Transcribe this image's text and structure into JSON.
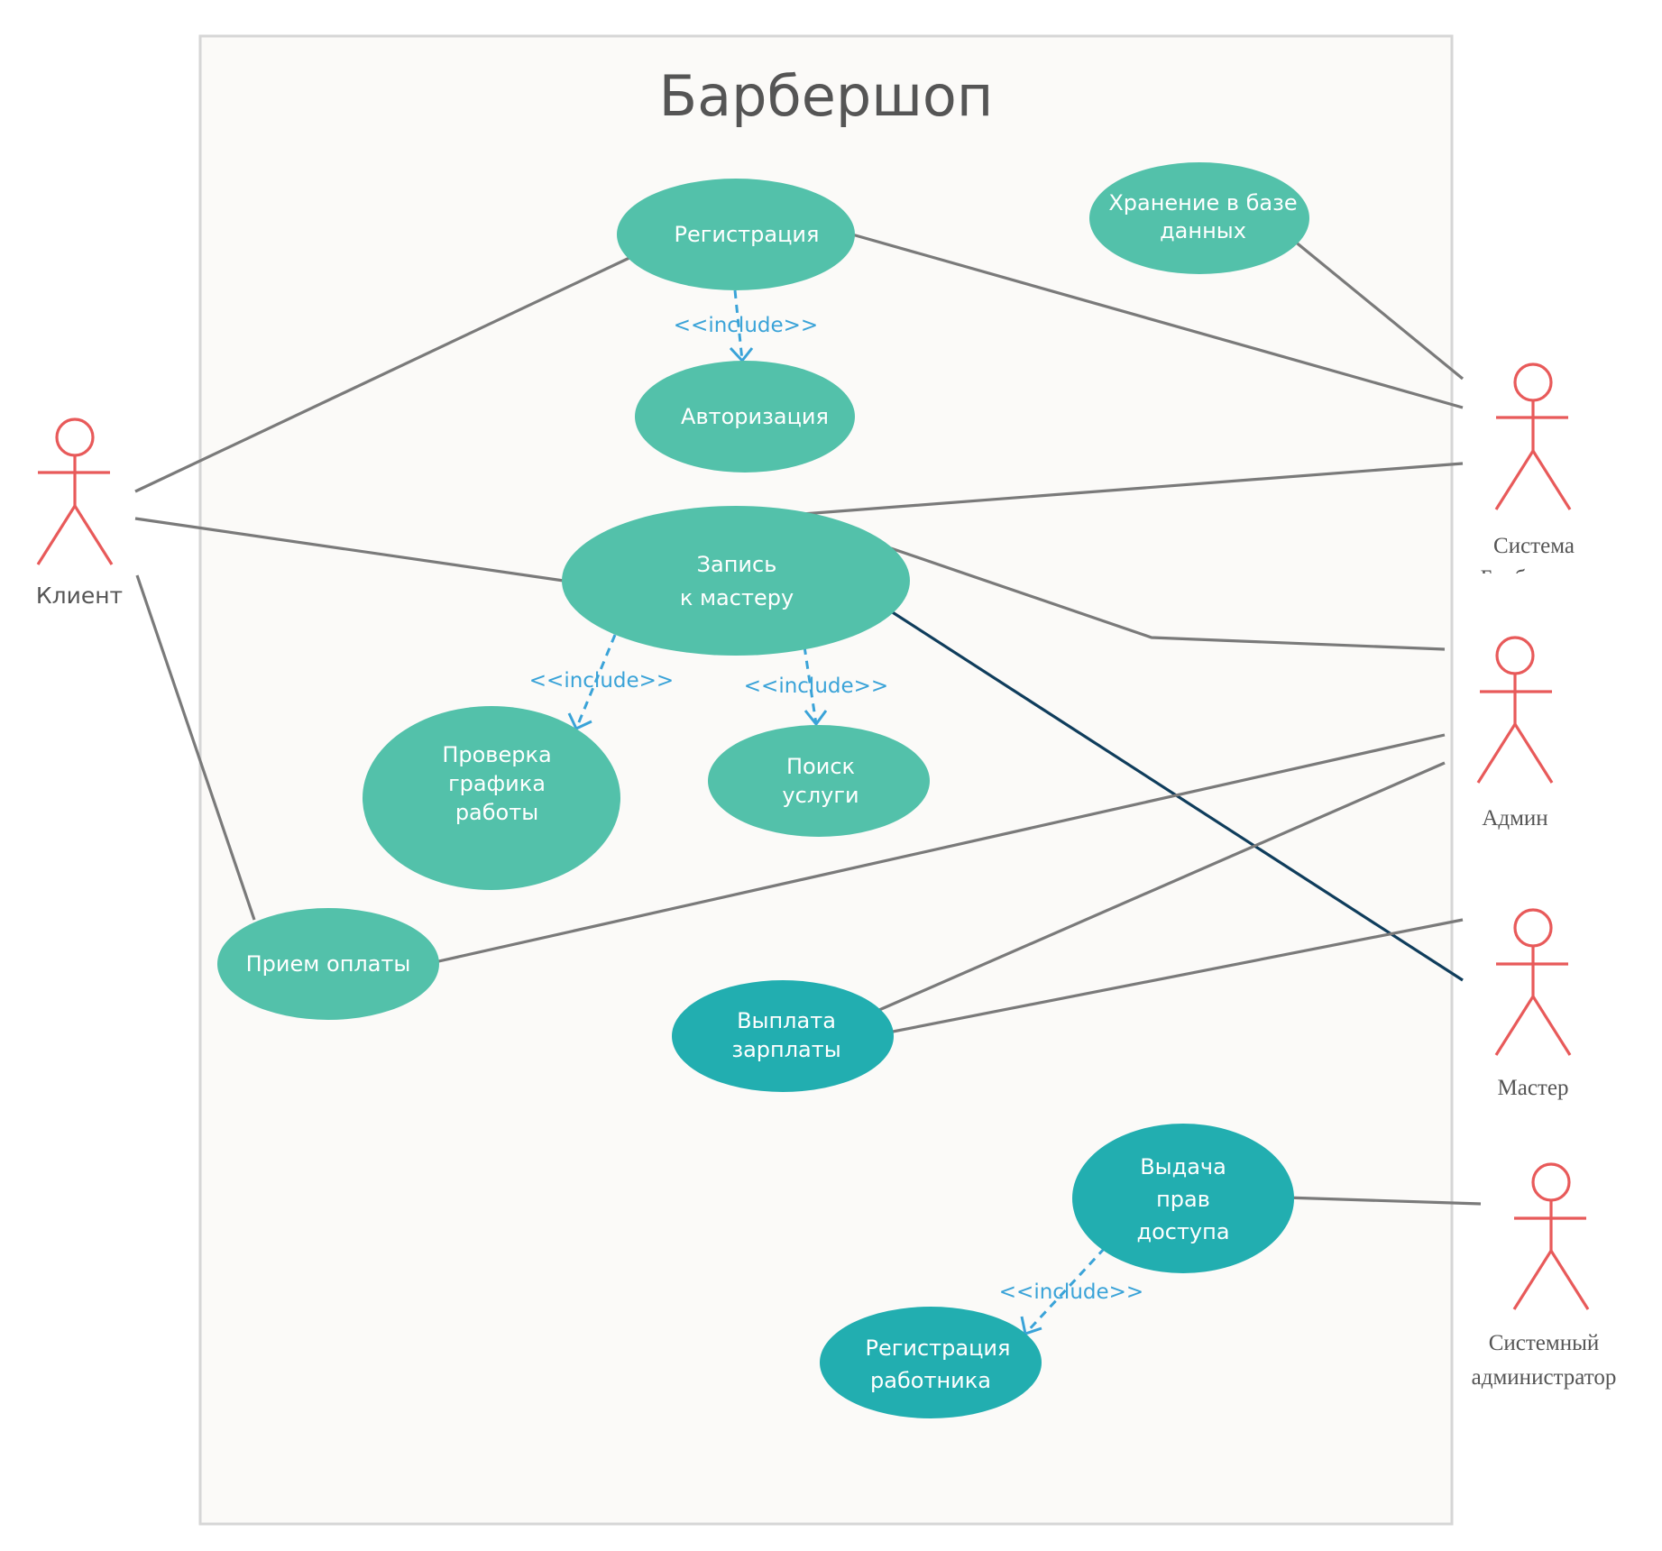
{
  "title": "Барбершоп",
  "colors": {
    "usecase_light": "#53c1aa",
    "usecase_dark": "#22aeb0",
    "actor": "#e85a5a",
    "include": "#3aa3d8",
    "association": "#7a7a7a",
    "association_dark": "#0f3d5c",
    "boundary_fill": "#fbfaf8",
    "boundary_stroke": "#d6d6d6"
  },
  "actors": {
    "client": "Клиент",
    "system_line1": "Система",
    "system_line2": "Барбершоп",
    "admin": "Админ",
    "master": "Мастер",
    "sysadmin_line1": "Системный",
    "sysadmin_line2": "администратор"
  },
  "usecases": {
    "registration": "Регистрация",
    "authorization": "Авторизация",
    "storage_l1": "Хранение в базе",
    "storage_l2": "данных",
    "booking_l1": "Запись",
    "booking_l2": "к мастеру",
    "schedule_l1": "Проверка",
    "schedule_l2": "графика",
    "schedule_l3": "работы",
    "search_l1": "Поиск",
    "search_l2": "услуги",
    "payment": "Прием оплаты",
    "salary_l1": "Выплата",
    "salary_l2": "зарплаты",
    "access_l1": "Выдача",
    "access_l2": "прав",
    "access_l3": "доступа",
    "emp_reg_l1": "Регистрация",
    "emp_reg_l2": "работника"
  },
  "include_label": "<<include>>"
}
